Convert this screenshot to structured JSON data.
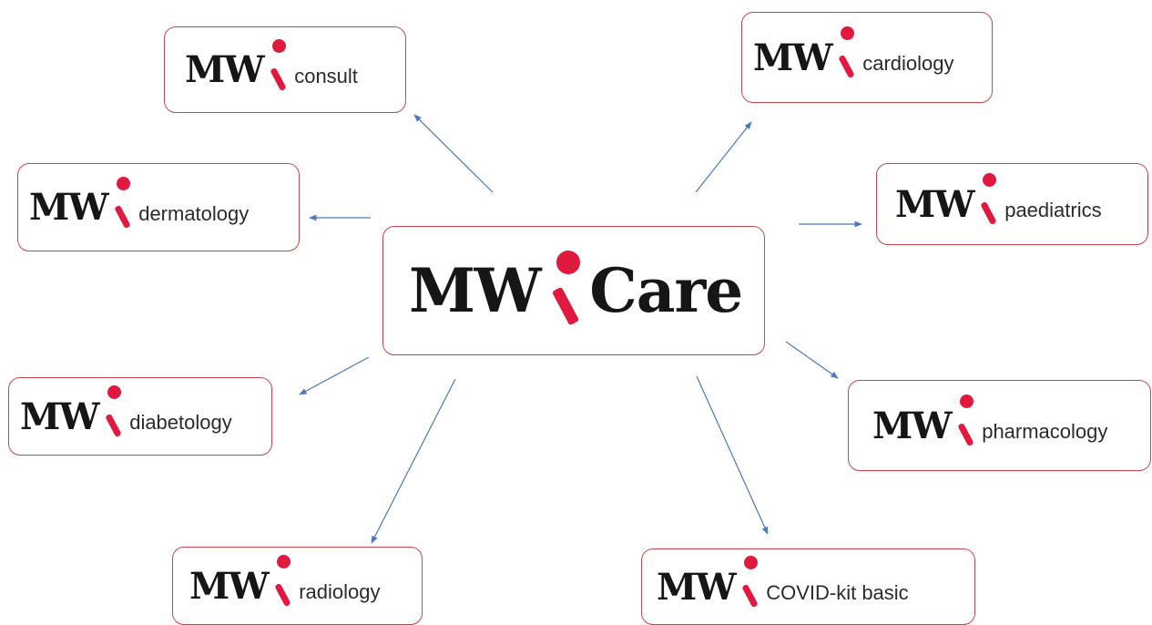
{
  "colors": {
    "accent": "#e2193f",
    "border": "#c8464b",
    "arrow": "#4a78c2",
    "text": "#161616"
  },
  "hub": {
    "brand": "MW",
    "name": "Care",
    "icon": "mwi-i-logo-icon"
  },
  "services": [
    {
      "id": "consult",
      "brand": "MW",
      "name": "consult",
      "icon": "mwi-i-logo-icon"
    },
    {
      "id": "cardiology",
      "brand": "MW",
      "name": "cardiology",
      "icon": "mwi-i-logo-icon"
    },
    {
      "id": "dermatology",
      "brand": "MW",
      "name": "dermatology",
      "icon": "mwi-i-logo-icon"
    },
    {
      "id": "paediatrics",
      "brand": "MW",
      "name": "paediatrics",
      "icon": "mwi-i-logo-icon"
    },
    {
      "id": "diabetology",
      "brand": "MW",
      "name": "diabetology",
      "icon": "mwi-i-logo-icon"
    },
    {
      "id": "pharmacology",
      "brand": "MW",
      "name": "pharmacology",
      "icon": "mwi-i-logo-icon"
    },
    {
      "id": "radiology",
      "brand": "MW",
      "name": "radiology",
      "icon": "mwi-i-logo-icon"
    },
    {
      "id": "covid-kit-basic",
      "brand": "MW",
      "name": "COVID-kit basic",
      "icon": "mwi-i-logo-icon"
    }
  ],
  "connections": [
    {
      "from": "hub",
      "to": "consult"
    },
    {
      "from": "hub",
      "to": "cardiology"
    },
    {
      "from": "hub",
      "to": "dermatology"
    },
    {
      "from": "hub",
      "to": "paediatrics"
    },
    {
      "from": "hub",
      "to": "diabetology"
    },
    {
      "from": "hub",
      "to": "pharmacology"
    },
    {
      "from": "hub",
      "to": "radiology"
    },
    {
      "from": "hub",
      "to": "covid-kit-basic"
    }
  ]
}
